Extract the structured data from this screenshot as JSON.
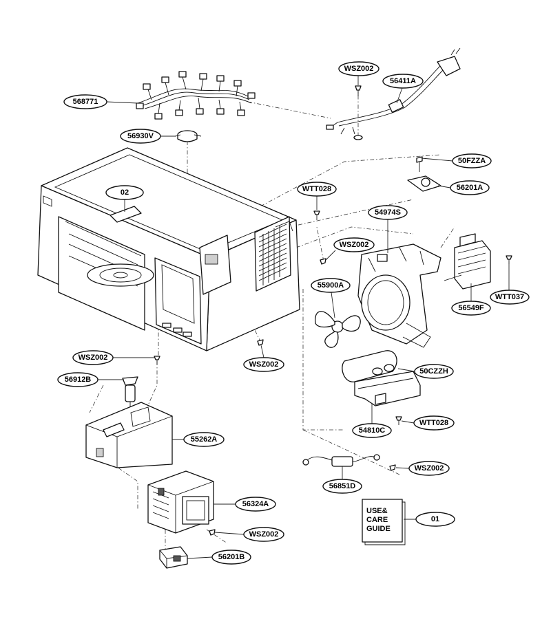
{
  "callouts": {
    "c568771": "568771",
    "c56930V": "56930V",
    "c02": "02",
    "cWSZ002_top": "WSZ002",
    "c56411A": "56411A",
    "c50FZZA": "50FZZA",
    "c56201A": "56201A",
    "cWTT028_top": "WTT028",
    "c54974S": "54974S",
    "cWSZ002_mid": "WSZ002",
    "c55900A": "55900A",
    "c56549F": "56549F",
    "cWTT037": "WTT037",
    "cWSZ002_cav": "WSZ002",
    "cWSZ002_left": "WSZ002",
    "c56912B": "56912B",
    "c55262A": "55262A",
    "c50CZZH": "50CZZH",
    "c54810C": "54810C",
    "cWTT028_bot": "WTT028",
    "cWSZ002_fuse": "WSZ002",
    "c56851D": "56851D",
    "c56324A": "56324A",
    "cWSZ002_mag": "WSZ002",
    "c56201B": "56201B",
    "c01": "01"
  },
  "manual": {
    "line1": "USE&",
    "line2": "CARE",
    "line3": "GUIDE"
  }
}
